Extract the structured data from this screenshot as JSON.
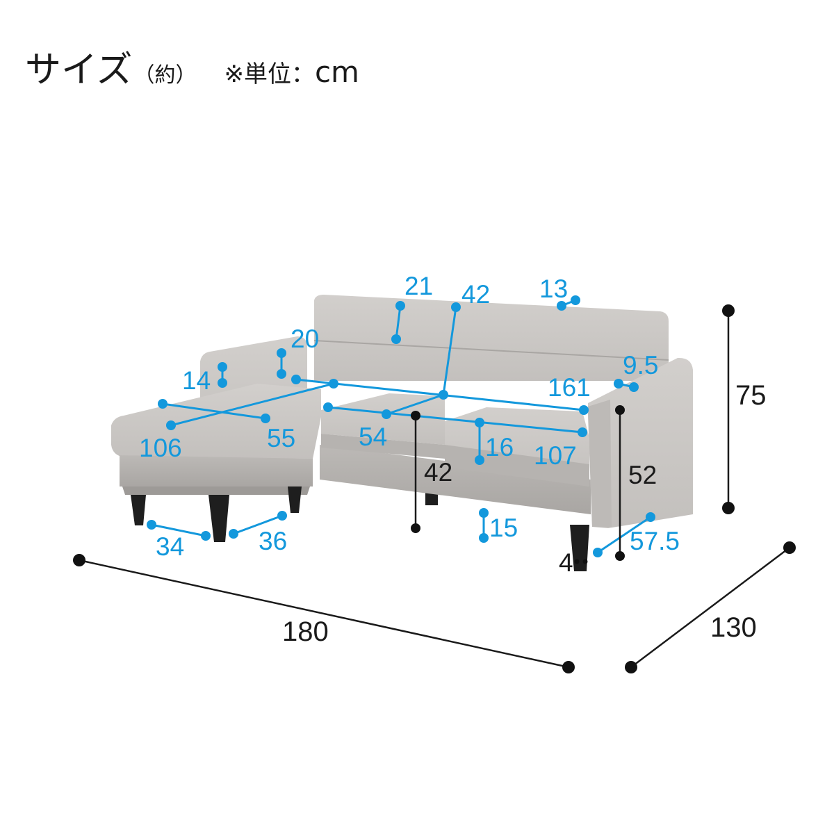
{
  "header": {
    "title": "サイズ",
    "approx": "（約）",
    "unit_note": "※単位：",
    "unit": "cm"
  },
  "dimensions": {
    "width_total": "180",
    "depth_total": "130",
    "height_total": "75",
    "seat_height": "42",
    "arm_height": "52",
    "headrest_height": "21",
    "backrest_depth": "42",
    "headrest_thickness": "13",
    "arm_width": "9.5",
    "inner_seat_width": "161",
    "arm_inner_height": "20",
    "arm_top": "14",
    "ottoman_length": "106",
    "ottoman_width": "55",
    "cushion_depth": "54",
    "cushion_thickness": "16",
    "cushion_width": "107",
    "leg_height": "15",
    "ottoman_leg_span_a": "34",
    "ottoman_leg_span_b": "36",
    "arm_depth": "57.5",
    "leg_size": "4"
  },
  "colors": {
    "dimension_blue": "#1398dc",
    "dimension_black": "#1a1a1a",
    "fabric_top": "#c9c6c3",
    "fabric_front": "#b3b0ad",
    "fabric_shadow": "#9d9a97",
    "leg": "#1e1e1e"
  }
}
